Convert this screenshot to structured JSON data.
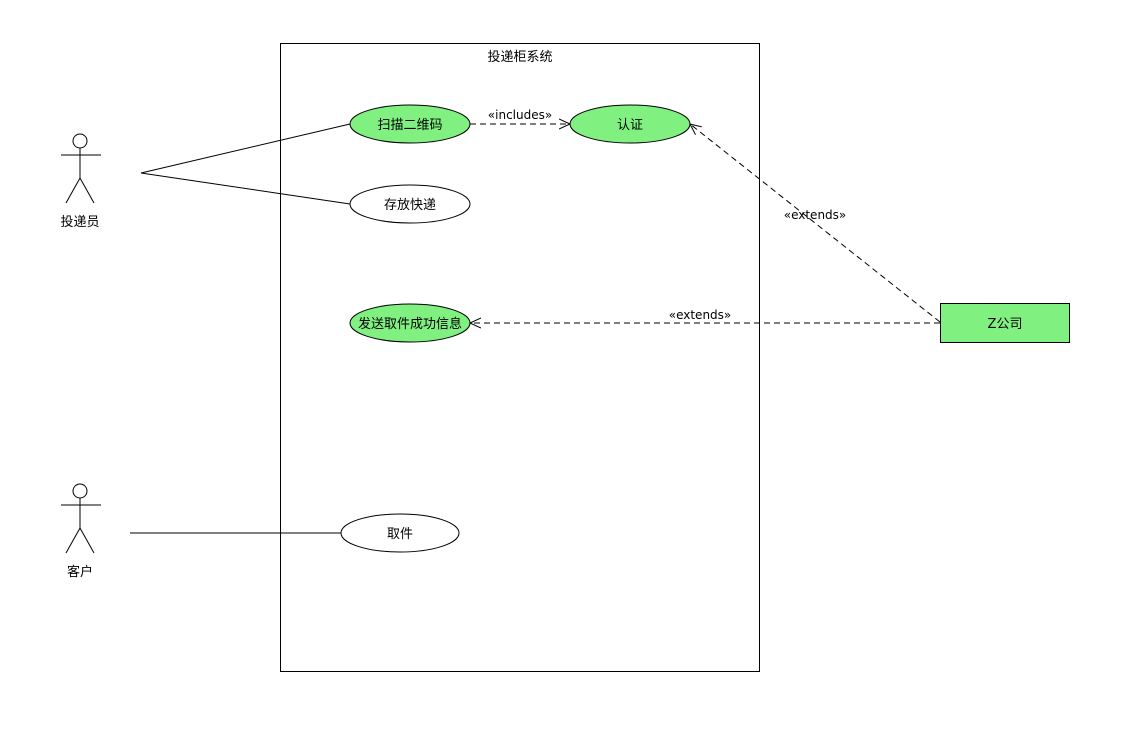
{
  "system": {
    "title": "投递柜系统"
  },
  "actors": {
    "courier": {
      "label": "投递员"
    },
    "customer": {
      "label": "客户"
    }
  },
  "use_cases": {
    "scan_qr": {
      "label": "扫描二维码",
      "fill": "#80f080"
    },
    "auth": {
      "label": "认证",
      "fill": "#80f080"
    },
    "store": {
      "label": "存放快递",
      "fill": "#ffffff"
    },
    "notify": {
      "label": "发送取件成功信息",
      "fill": "#80f080"
    },
    "pickup": {
      "label": "取件",
      "fill": "#ffffff"
    }
  },
  "external": {
    "company": {
      "label": "Z公司",
      "fill": "#80f080"
    }
  },
  "relations": {
    "includes_label": "«includes»",
    "extends_auth_label": "«extends»",
    "extends_notify_label": "«extends»"
  }
}
